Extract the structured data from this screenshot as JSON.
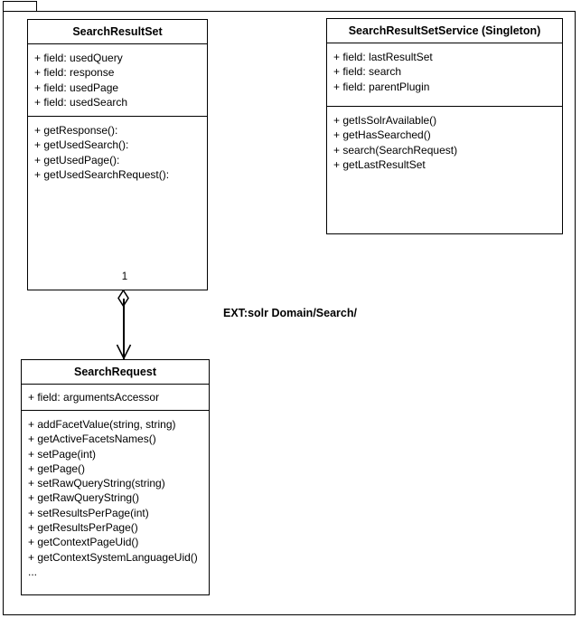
{
  "diagram": {
    "type": "uml-class-diagram",
    "annotation": "EXT:solr Domain/Search/",
    "classes": [
      {
        "id": "search-result-set",
        "name": "SearchResultSet",
        "attributes": [
          "+ field: usedQuery",
          "+ field: response",
          "+ field: usedPage",
          "+ field: usedSearch"
        ],
        "operations": [
          "+ getResponse():",
          "+ getUsedSearch():",
          "+ getUsedPage():",
          "+ getUsedSearchRequest():"
        ]
      },
      {
        "id": "search-result-set-service",
        "name": "SearchResultSetService (Singleton)",
        "attributes": [
          "+ field: lastResultSet",
          "+ field: search",
          "+ field: parentPlugin"
        ],
        "operations": [
          "+ getIsSolrAvailable()",
          "+ getHasSearched()",
          "+ search(SearchRequest)",
          "+ getLastResultSet"
        ]
      },
      {
        "id": "search-request",
        "name": "SearchRequest",
        "attributes": [
          "+ field: argumentsAccessor"
        ],
        "operations": [
          "+ addFacetValue(string, string)",
          "+ getActiveFacetsNames()",
          "+ setPage(int)",
          "+ getPage()",
          "+ setRawQueryString(string)",
          "+ getRawQueryString()",
          "+ setResultsPerPage(int)",
          "+ getResultsPerPage()",
          "+ getContextPageUid()",
          "+ getContextSystemLanguageUid()",
          "..."
        ]
      }
    ],
    "relationship": {
      "kind": "aggregation",
      "from": "SearchResultSet",
      "to": "SearchRequest",
      "source_multiplicity": "1",
      "source_decoration": "hollow-diamond",
      "target_decoration": "open-arrow"
    }
  },
  "colors": {
    "stroke": "#000000",
    "fill": "#ffffff"
  }
}
